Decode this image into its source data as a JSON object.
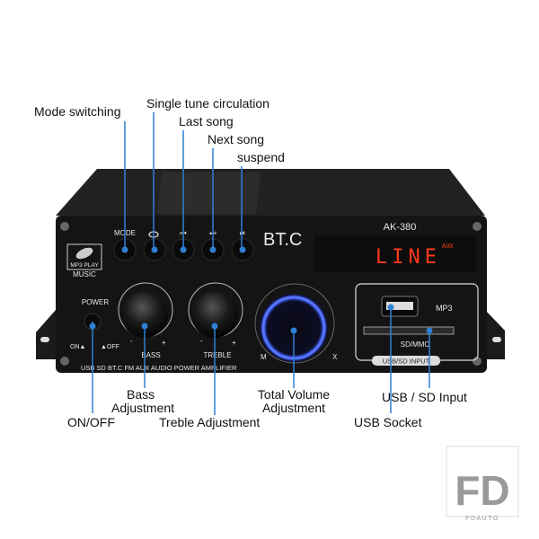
{
  "callouts": {
    "mode_switching": "Mode switching",
    "single_tune": "Single tune circulation",
    "last_song": "Last song",
    "next_song": "Next song",
    "suspend": "suspend",
    "on_off": "ON/OFF",
    "bass_1": "Bass",
    "bass_2": "Adjustment",
    "treble": "Treble Adjustment",
    "volume_1": "Total Volume",
    "volume_2": "Adjustment",
    "usb_sd": "USB / SD Input",
    "usb_socket": "USB Socket"
  },
  "device": {
    "model": "AK-380",
    "brand": "BT.C",
    "display": "LINE",
    "display_badge": "AUX",
    "mode_label": "MODE",
    "mp3_logo": "MP3 PLAY",
    "music": "MUSIC",
    "power": "POWER",
    "on": "ON▲",
    "off": "▲OFF",
    "bass": "BASS",
    "treble": "TREBLE",
    "minus": "-",
    "plus": "+",
    "vol_min": "M",
    "vol_max": "X",
    "mp3": "MP3",
    "sdmmc": "SD/MMC",
    "usb_sd_input": "USB/SD INPUT",
    "tagline": "USB SD BT.C FM AUX AUDIO POWER AMPLIFIER"
  },
  "watermark": {
    "logo": "FD",
    "name": "FDAUTO"
  },
  "colors": {
    "callout": "#2f80d4",
    "led": "#ff3a1a",
    "body": "#141414"
  }
}
